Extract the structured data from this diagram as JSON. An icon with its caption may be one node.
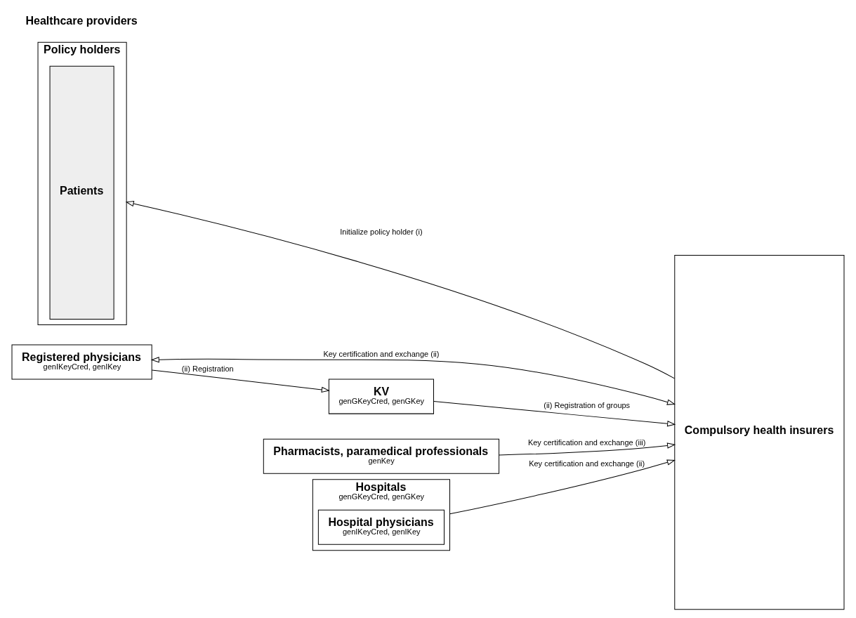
{
  "diagram": {
    "nodes": [
      {
        "text": [
          "Policy holders"
        ]
      },
      {
        "text": [
          "Patients"
        ],
        "in": 0
      },
      {
        "text": [
          "Compulsory health insurers"
        ]
      },
      {
        "text": [
          "Registered physicians",
          "genIKeyCred, genIKey"
        ]
      },
      {
        "text": [
          "KV",
          "genGKeyCred, genGKey"
        ]
      },
      {
        "text": [
          "Pharmacists, paramedical professionals",
          "genKey"
        ]
      },
      {
        "text": [
          "Hospitals",
          "genGKeyCred, genGKey"
        ]
      },
      {
        "text": [
          "Hospital physicians",
          "genIKeyCred, genIKey"
        ],
        "in": 6
      }
    ],
    "edges": [
      {
        "from": 2,
        "to": 0,
        "arrow": "to",
        "label": "Initialize policy holder (i)"
      },
      {
        "from": 3,
        "to": 2,
        "arrow": "both",
        "label": "Key certification and exchange (ii)"
      },
      {
        "from": 3,
        "to": 4,
        "arrow": "to",
        "label": "(ii) Registration"
      },
      {
        "from": 4,
        "to": 2,
        "arrow": "to",
        "label": "(ii) Registration of groups"
      },
      {
        "from": 5,
        "to": 2,
        "arrow": "to",
        "label": "Key certification and exchange (iii)"
      },
      {
        "from": 6,
        "to": 2,
        "arrow": "to",
        "label": "Key certification and exchange (ii)"
      }
    ],
    "labels": [
      "Healthcare providers"
    ]
  }
}
